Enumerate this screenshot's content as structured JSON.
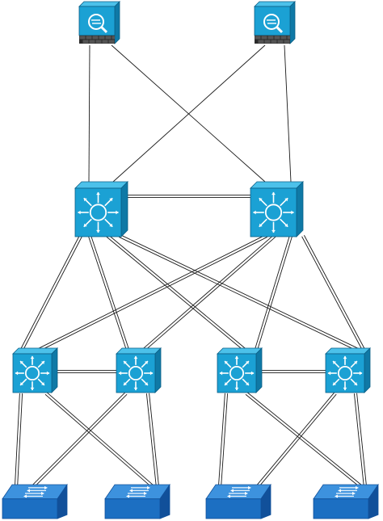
{
  "diagram": {
    "colors": {
      "device_face": "#1ba1d4",
      "device_top": "#4cc1ea",
      "device_side": "#0f79a6",
      "device_stroke": "#0b5f86",
      "access_face": "#1c6fc2",
      "access_top": "#3d92de",
      "access_side": "#11509a",
      "firewall_wall": "#2b2b2b",
      "link": "#1a1a1a",
      "glyph": "#ffffff"
    },
    "devices": [
      {
        "id": "firewall-1",
        "kind": "firewall",
        "icon": "firewall-icon"
      },
      {
        "id": "firewall-2",
        "kind": "firewall",
        "icon": "firewall-icon"
      },
      {
        "id": "core-switch-1",
        "kind": "l3-switch",
        "icon": "multilayer-switch-icon"
      },
      {
        "id": "core-switch-2",
        "kind": "l3-switch",
        "icon": "multilayer-switch-icon"
      },
      {
        "id": "distribution-switch-1",
        "kind": "l3-switch",
        "icon": "multilayer-switch-icon"
      },
      {
        "id": "distribution-switch-2",
        "kind": "l3-switch",
        "icon": "multilayer-switch-icon"
      },
      {
        "id": "distribution-switch-3",
        "kind": "l3-switch",
        "icon": "multilayer-switch-icon"
      },
      {
        "id": "distribution-switch-4",
        "kind": "l3-switch",
        "icon": "multilayer-switch-icon"
      },
      {
        "id": "access-switch-1",
        "kind": "l2-switch",
        "icon": "workgroup-switch-icon"
      },
      {
        "id": "access-switch-2",
        "kind": "l2-switch",
        "icon": "workgroup-switch-icon"
      },
      {
        "id": "access-switch-3",
        "kind": "l2-switch",
        "icon": "workgroup-switch-icon"
      },
      {
        "id": "access-switch-4",
        "kind": "l2-switch",
        "icon": "workgroup-switch-icon"
      }
    ],
    "links": [
      {
        "from": "firewall-1",
        "to": "core-switch-1",
        "style": "single"
      },
      {
        "from": "firewall-1",
        "to": "core-switch-2",
        "style": "single"
      },
      {
        "from": "firewall-2",
        "to": "core-switch-1",
        "style": "single"
      },
      {
        "from": "firewall-2",
        "to": "core-switch-2",
        "style": "single"
      },
      {
        "from": "core-switch-1",
        "to": "core-switch-2",
        "style": "double"
      },
      {
        "from": "core-switch-1",
        "to": "distribution-switch-1",
        "style": "double"
      },
      {
        "from": "core-switch-1",
        "to": "distribution-switch-2",
        "style": "double"
      },
      {
        "from": "core-switch-1",
        "to": "distribution-switch-3",
        "style": "double"
      },
      {
        "from": "core-switch-1",
        "to": "distribution-switch-4",
        "style": "double"
      },
      {
        "from": "core-switch-2",
        "to": "distribution-switch-1",
        "style": "double"
      },
      {
        "from": "core-switch-2",
        "to": "distribution-switch-2",
        "style": "double"
      },
      {
        "from": "core-switch-2",
        "to": "distribution-switch-3",
        "style": "double"
      },
      {
        "from": "core-switch-2",
        "to": "distribution-switch-4",
        "style": "double"
      },
      {
        "from": "distribution-switch-1",
        "to": "distribution-switch-2",
        "style": "double"
      },
      {
        "from": "distribution-switch-3",
        "to": "distribution-switch-4",
        "style": "double"
      },
      {
        "from": "distribution-switch-1",
        "to": "access-switch-1",
        "style": "double"
      },
      {
        "from": "distribution-switch-1",
        "to": "access-switch-2",
        "style": "double"
      },
      {
        "from": "distribution-switch-2",
        "to": "access-switch-1",
        "style": "double"
      },
      {
        "from": "distribution-switch-2",
        "to": "access-switch-2",
        "style": "double"
      },
      {
        "from": "distribution-switch-3",
        "to": "access-switch-3",
        "style": "double"
      },
      {
        "from": "distribution-switch-3",
        "to": "access-switch-4",
        "style": "double"
      },
      {
        "from": "distribution-switch-4",
        "to": "access-switch-3",
        "style": "double"
      },
      {
        "from": "distribution-switch-4",
        "to": "access-switch-4",
        "style": "double"
      }
    ]
  }
}
